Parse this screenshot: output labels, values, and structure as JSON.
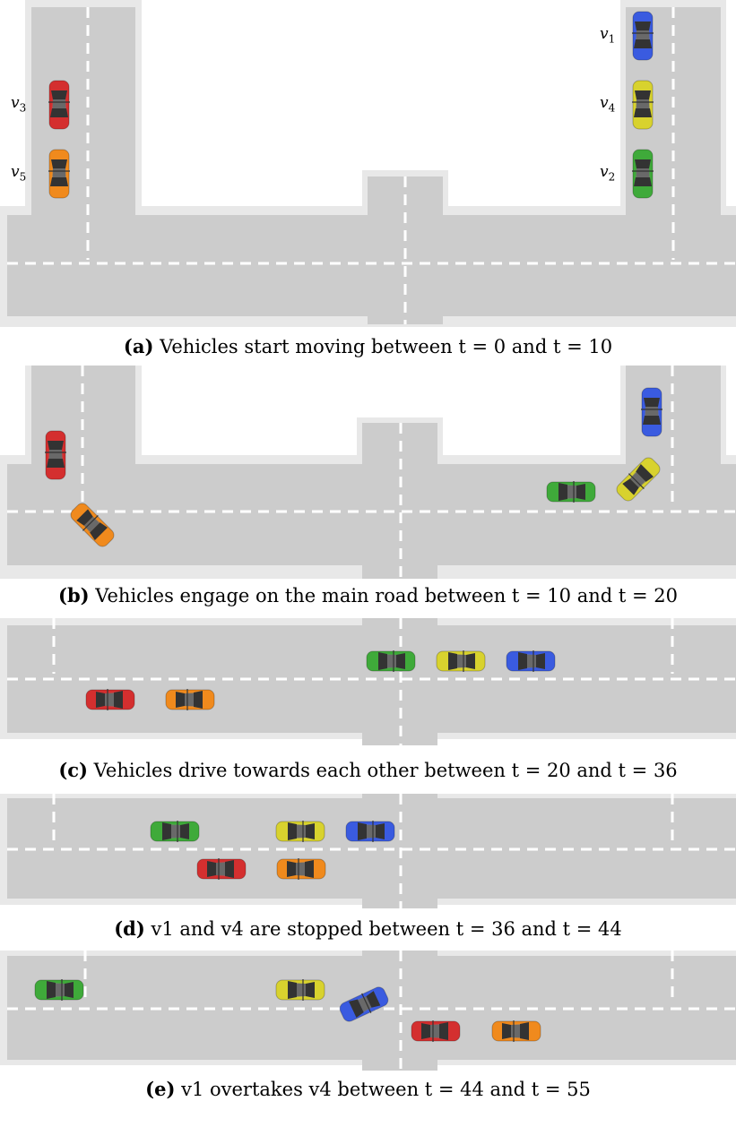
{
  "captions": [
    {
      "tag": "(a)",
      "text": "Vehicles start moving between t = 0 and t = 10"
    },
    {
      "tag": "(b)",
      "text": "Vehicles engage on the main road between t = 10 and t = 20"
    },
    {
      "tag": "(c)",
      "text": "Vehicles drive towards each other between t = 20 and t = 36"
    },
    {
      "tag": "(d)",
      "text": "v1 and v4 are stopped between t = 36 and t = 44"
    },
    {
      "tag": "(e)",
      "text": "v1 overtakes v4 between t = 44 and t = 55"
    }
  ],
  "vehicle_labels": [
    {
      "id": "v1",
      "sym": "v",
      "sub": "1"
    },
    {
      "id": "v4",
      "sym": "v",
      "sub": "4"
    },
    {
      "id": "v2",
      "sym": "v",
      "sub": "2"
    },
    {
      "id": "v3",
      "sym": "v",
      "sub": "3"
    },
    {
      "id": "v5",
      "sym": "v",
      "sub": "5"
    }
  ],
  "vehicle_colors": {
    "v1": "#3a5be0",
    "v2": "#3faa3a",
    "v3": "#d42f2f",
    "v4": "#d8d22e",
    "v5": "#f08a1d"
  },
  "road_color": "#cccccc",
  "road_edge_color": "#e8e8e8",
  "lane_marking_color": "#ffffff"
}
